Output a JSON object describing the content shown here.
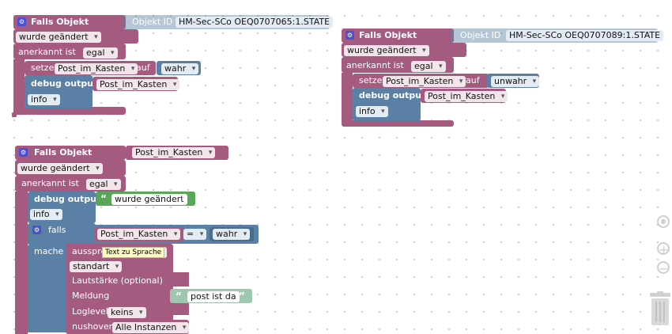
{
  "block1": {
    "header": "Falls Objekt",
    "object_id_label": "Objekt ID",
    "object_id_value": "HM-Sec-SCo OEQ0707065:1.STATE",
    "trigger": "wurde geändert",
    "ack_label": "anerkannt ist",
    "ack_value": "egal",
    "set_label": "setze",
    "set_var": "Post_im_Kasten",
    "set_on": "auf",
    "set_value": "wahr",
    "debug_label": "debug output",
    "debug_var": "Post_im_Kasten",
    "level": "info"
  },
  "block2": {
    "header": "Falls Objekt",
    "object_id_label": "Objekt ID",
    "object_id_value": "HM-Sec-SCo OEQ0707089:1.STATE",
    "trigger": "wurde geändert",
    "ack_label": "anerkannt ist",
    "ack_value": "egal",
    "set_label": "setze",
    "set_var": "Post_im_Kasten",
    "set_on": "auf",
    "set_value": "unwahr",
    "debug_label": "debug output",
    "debug_var": "Post_im_Kasten",
    "level": "info"
  },
  "block3": {
    "header": "Falls Objekt",
    "object": "Post_im_Kasten",
    "trigger": "wurde geändert",
    "ack_label": "anerkannt ist",
    "ack_value": "egal",
    "debug_label": "debug output",
    "debug_text": "wurde geändert",
    "level": "info",
    "if_label": "falls",
    "cond_var": "Post_im_Kasten",
    "cond_op": "=",
    "cond_value": "wahr",
    "do_label": "mache",
    "say_label": "ausspre",
    "say_mode": "standart",
    "volume_label": "Lautstärke (optional)",
    "message_label": "Meldung",
    "message_text": "post ist da",
    "loglevel_label": "Loglevel",
    "loglevel_value": "keins",
    "instance_label": "nushover",
    "instance_value": "Alle Instanzen"
  },
  "tooltip": "Text zu Sprache",
  "icons": {
    "gear": "gear-icon",
    "recenter": "recenter-icon",
    "zoom_in": "zoom-in-icon",
    "zoom_out": "zoom-out-icon",
    "trash": "trash-icon"
  },
  "colors": {
    "event_block": "#a55b80",
    "logic_block": "#5b80a5",
    "text_block": "#5ba55b"
  }
}
